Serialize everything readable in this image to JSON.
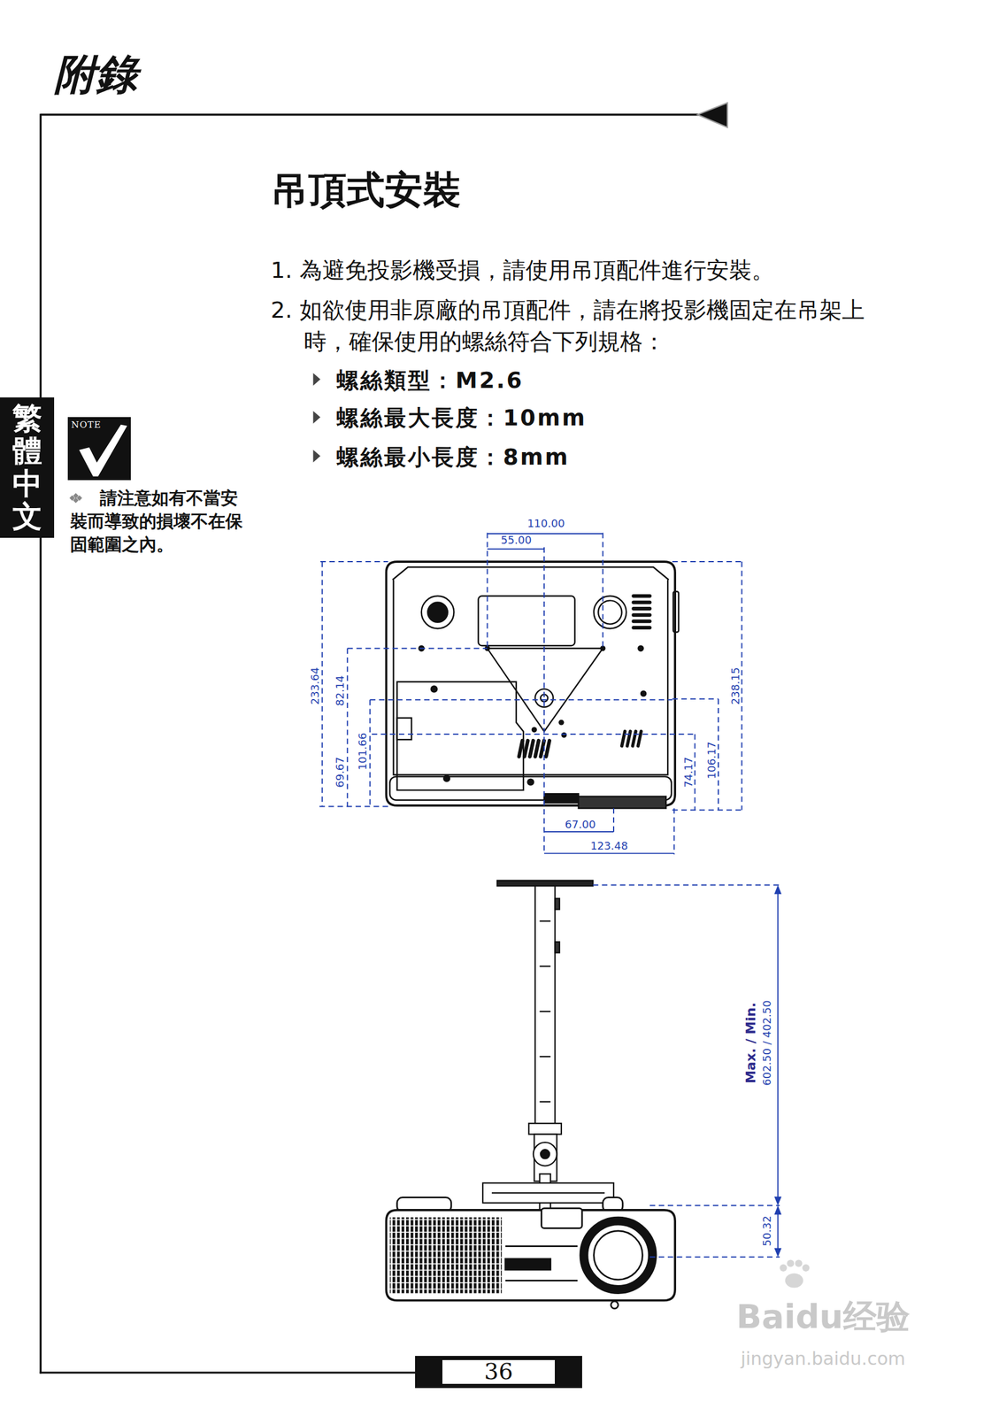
{
  "diagram": {
    "title": "吊頂式安裝",
    "nodes": [
      {
        "text": [
          "繁體中文"
        ]
      },
      {
        "text": [
          "NOTE"
        ]
      },
      {
        "text": [
          "36"
        ]
      }
    ],
    "labels": [
      "附錄",
      "1. 為避免投影機受損，請使用吊頂配件進行安裝。",
      "2. 如欲使用非原廠的吊頂配件，請在將投影機固定在吊架上時，確保使用的螺絲符合下列規格：",
      "螺絲類型：M2.6",
      "螺絲最大長度：10mm",
      "螺絲最小長度：8mm",
      "請注意如有不當安裝而導致的損壞不在保固範圍之內。",
      "110.00",
      "55.00",
      "233.64",
      "82.14",
      "101.66",
      "69.67",
      "238.15",
      "74.17",
      "106.17",
      "67.00",
      "123.48",
      "Max. / Min.",
      "602.50 / 402.50",
      "50.32",
      "Baidu经验",
      "jingyan.baidu.com"
    ]
  }
}
